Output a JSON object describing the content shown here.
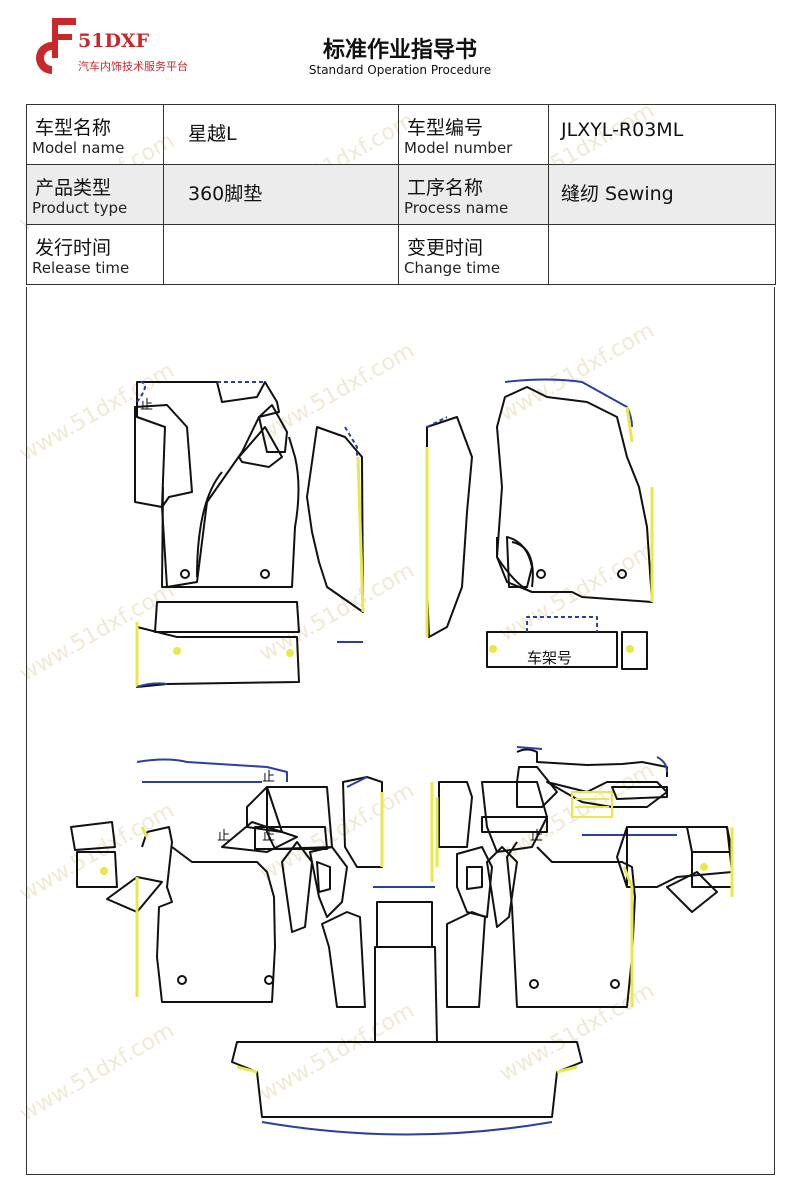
{
  "header": {
    "logo_text": "51DXF",
    "logo_subtitle": "汽车内饰技术服务平台",
    "title": "标准作业指导书",
    "subtitle": "Standard Operation Procedure"
  },
  "info_table": {
    "model_name_cn": "车型名称",
    "model_name_en": "Model name",
    "model_name_value": "星越L",
    "model_number_cn": "车型编号",
    "model_number_en": "Model number",
    "model_number_value": "JLXYL-R03ML",
    "product_type_cn": "产品类型",
    "product_type_en": "Product type",
    "product_type_value": "360脚垫",
    "process_name_cn": "工序名称",
    "process_name_en": "Process name",
    "process_name_value": "缝纫 Sewing",
    "release_time_cn": "发行时间",
    "release_time_en": "Release time",
    "release_time_value": "",
    "change_time_cn": "变更时间",
    "change_time_en": "Change time",
    "change_time_value": ""
  },
  "drawing": {
    "frame_number_label": "车架号",
    "mark_symbol": "止",
    "colors": {
      "outline": "#111111",
      "edge_blue": "#2b3f9e",
      "edge_yellow": "#e8e84a",
      "accent_red": "#c8272c"
    }
  },
  "watermark": "www.51dxf.com"
}
